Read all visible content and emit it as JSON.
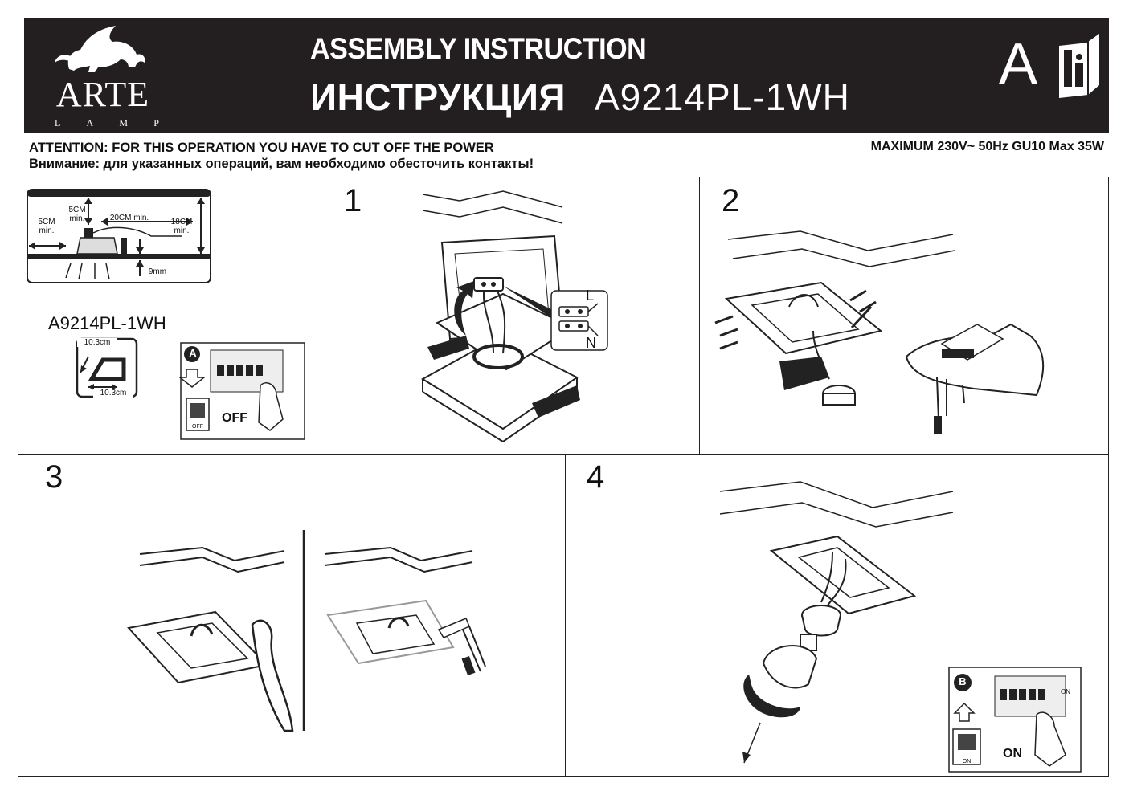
{
  "brand": {
    "logo_word": "ARTE",
    "logo_sub": [
      "L",
      "A",
      "M",
      "P"
    ]
  },
  "header": {
    "title_en": "ASSEMBLY  INSTRUCTION",
    "title_ru": "ИНСТРУКЦИЯ",
    "model": "A9214PL-1WH",
    "badge_letter": "A"
  },
  "notice": {
    "attention_en": "ATTENTION: FOR THIS OPERATION YOU HAVE TO CUT OFF THE POWER",
    "attention_ru": "Внимание: для указанных операций, вам необходимо обесточить контакты!",
    "max_spec": "MAXIMUM  230V~ 50Hz GU10 Max 35W"
  },
  "panel0": {
    "dim_5cm_side": "5CM",
    "dim_min": "min.",
    "dim_5cm_top": "5CM",
    "dim_20cm": "20CM min.",
    "dim_18cm": "18CM",
    "dim_9mm": "9mm",
    "model": "A9214PL-1WH",
    "cutout_top": "10.3cm",
    "cutout_bottom": "10.3cm",
    "breaker_letter": "A",
    "breaker_state": "OFF",
    "breaker_small": "OFF"
  },
  "steps": {
    "s1": "1",
    "s2": "2",
    "s3": "3",
    "s4": "4"
  },
  "panel1": {
    "live": "L",
    "neutral": "N"
  },
  "panel4": {
    "breaker_letter": "B",
    "breaker_state": "ON",
    "breaker_small": "ON",
    "on_arrow": "ON"
  },
  "colors": {
    "banner": "#231f20",
    "line": "#222222"
  }
}
